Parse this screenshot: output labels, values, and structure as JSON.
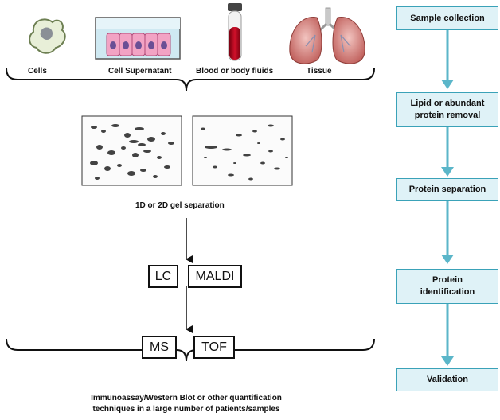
{
  "sources": {
    "cells": "Cells",
    "supernatant": "Cell Supernatant",
    "blood": "Blood  or  body fluids",
    "tissue": "Tissue"
  },
  "gel_label": "1D or 2D gel separation",
  "boxes": {
    "lc": "LC",
    "maldi": "MALDI",
    "ms": "MS",
    "tof": "TOF"
  },
  "bottom_text": {
    "line1": "Immunoassay/Western Blot or other quantification",
    "line2": "techniques in a large number of patients/samples"
  },
  "workflow": {
    "step1": "Sample collection",
    "step2_line1": "Lipid or abundant",
    "step2_line2": "protein removal",
    "step3": "Protein separation",
    "step4_line1": "Protein",
    "step4_line2": "identification",
    "step5": "Validation"
  },
  "colors": {
    "step_fill": "#dff2f7",
    "step_border": "#3aa2b8",
    "arrow": "#5bb6c9"
  }
}
